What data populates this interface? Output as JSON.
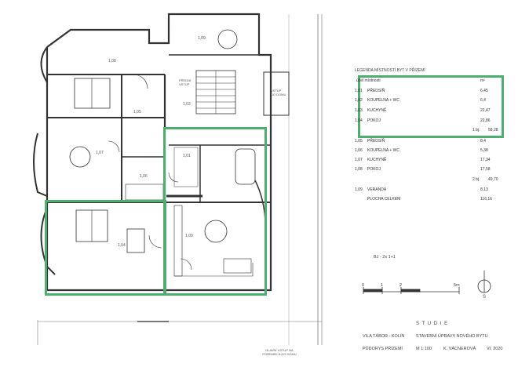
{
  "legend": {
    "title": "LEGENDA MÍSTNOSTÍ BYT V PŘÍZEMÍ",
    "header": {
      "col_name": "účel místnosti",
      "col_unit": "m²"
    },
    "unit1": [
      {
        "num": "1,01",
        "name": "PŘEDSÍŇ",
        "area": "6,45"
      },
      {
        "num": "1,02",
        "name": "KOUPELNA + WC",
        "area": "6,4"
      },
      {
        "num": "1,03",
        "name": "KUCHYNĚ",
        "area": "22,47"
      },
      {
        "num": "1,04",
        "name": "POKOJ",
        "area": "22,86"
      }
    ],
    "unit1_total_label": "1 bj.",
    "unit1_total": "58,28",
    "unit2": [
      {
        "num": "1,05",
        "name": "PŘEDSÍŇ",
        "area": "8,4"
      },
      {
        "num": "1,06",
        "name": "KOUPELNA + WC",
        "area": "5,38"
      },
      {
        "num": "1,07",
        "name": "KUCHYNĚ",
        "area": "17,34"
      },
      {
        "num": "1,08",
        "name": "POKOJ",
        "area": "17,58"
      }
    ],
    "unit2_total_label": "2 bj.",
    "unit2_total": "49,70",
    "veranda": {
      "num": "1,09",
      "name": "VERANDA",
      "area": "8,13"
    },
    "total": {
      "name": "PLOCHA CELKEM",
      "area": "116,16"
    }
  },
  "bj_note": "BJ - 2x 1+1",
  "scale_labels": [
    "0",
    "1",
    "2",
    "5m"
  ],
  "north_label": "S",
  "title_block": {
    "studie": "S T U D I E",
    "project": "VILA TÁBOR - KOLÍN",
    "subject": "STAVEBNÍ ÚPRAVY NOVÉHO BYTU",
    "drawing": "PŮDORYS PŘÍZEMÍ",
    "scale": "M 1:100",
    "author": "K. VÁCNEROVÁ",
    "date": "VI. 2020"
  },
  "room_labels": {
    "r101": "1,01",
    "r102": "1,02",
    "r103": "1,03",
    "r104": "1,04",
    "r105": "1,05",
    "r106": "1,06",
    "r107": "1,07",
    "r108": "1,08",
    "r109": "1,09"
  },
  "annotations": {
    "entry_left": "PŘEDNÍ VSTUP",
    "entry_right": "VSTUP DO DOMU",
    "bottom_entry": "HLAVNÍ VSTUP NA POZEMEK A DO DOMU"
  },
  "colors": {
    "highlight": "#4caf6e",
    "wall": "#333333",
    "line": "#888888"
  }
}
